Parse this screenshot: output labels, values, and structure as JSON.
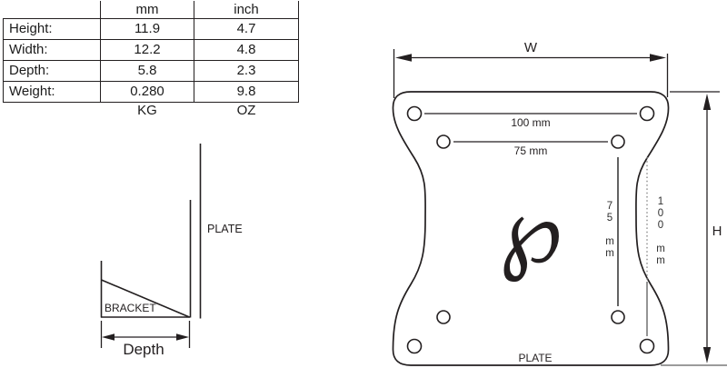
{
  "spec_table": {
    "columns": {
      "label": "",
      "mm": "mm",
      "inch": "inch"
    },
    "rows": [
      {
        "label": "Height:",
        "mm": "11.9",
        "inch": "4.7"
      },
      {
        "label": "Width:",
        "mm": "12.2",
        "inch": "4.8"
      },
      {
        "label": "Depth:",
        "mm": "5.8",
        "inch": "2.3"
      },
      {
        "label": "Weight:",
        "mm": "0.280",
        "inch": "9.8"
      }
    ],
    "footer": {
      "mm_unit": "KG",
      "inch_unit": "OZ"
    }
  },
  "side_view": {
    "plate_label": "PLATE",
    "bracket_label": "BRACKET",
    "depth_label": "Depth"
  },
  "front_view": {
    "width_label": "W",
    "height_label": "H",
    "plate_label": "PLATE",
    "logo_glyph": "℘",
    "dims": {
      "top_hole_spacing": "100 mm",
      "inner_hole_spacing": "75 mm",
      "vertical_inner": "75 mm",
      "vertical_outer": "100 mm"
    }
  },
  "colors": {
    "ink": "#231f20",
    "background": "#ffffff"
  }
}
